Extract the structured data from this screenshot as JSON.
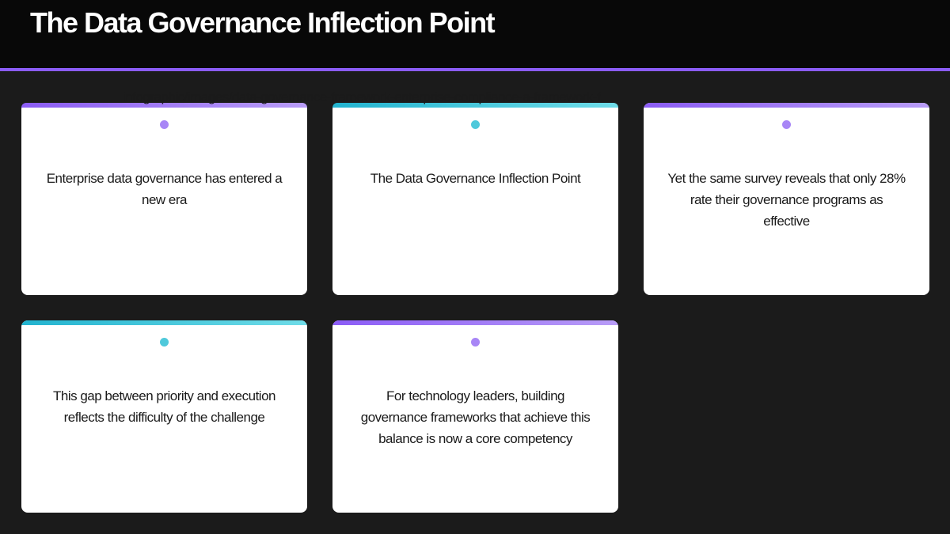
{
  "header": {
    "title": "The Data Governance Inflection Point"
  },
  "theme": {
    "accent_purple": "#8b5cf6",
    "accent_cyan": "#22b3cf",
    "background": "#1b1b1b",
    "header_background": "#080808"
  },
  "cards": [
    {
      "accent": "purple",
      "text": "Enterprise data governance has entered a new era",
      "overflow_text": "infographic/images/data-governance-framework-enterprise-compliance-a-framework-f"
    },
    {
      "accent": "cyan",
      "text": "The Data Governance Inflection Point"
    },
    {
      "accent": "purple",
      "text": "Yet the same survey reveals that only 28% rate their governance programs as effective"
    },
    {
      "accent": "cyan",
      "text": "This gap between priority and execution reflects the difficulty of the challenge"
    },
    {
      "accent": "purple",
      "text": "For technology leaders, building governance frameworks that achieve this balance is now a core competency"
    }
  ]
}
